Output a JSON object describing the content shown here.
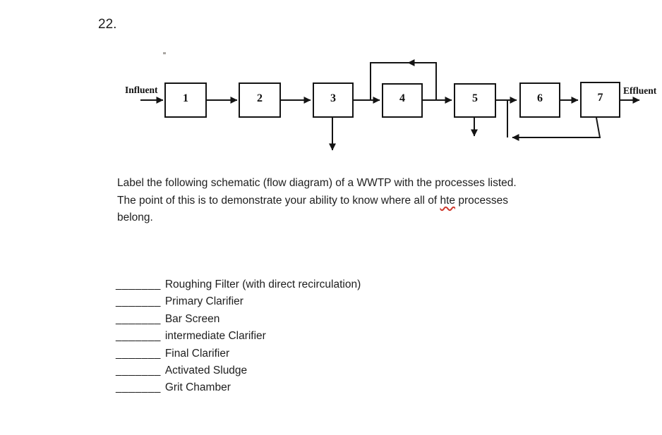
{
  "question_number": "22.",
  "colors": {
    "ink": "#1e1e1e",
    "line": "#141414",
    "squiggle": "#cf3a2e"
  },
  "diagram": {
    "influent_label": "Influent",
    "effluent_label": "Effluent",
    "boxes": [
      {
        "label": "1"
      },
      {
        "label": "2"
      },
      {
        "label": "3"
      },
      {
        "label": "4"
      },
      {
        "label": "5"
      },
      {
        "label": "6"
      },
      {
        "label": "7"
      }
    ],
    "notes": {
      "recirculation": "loop over box 4 with leftward arrow",
      "waste_arrows": "downward arrows below boxes 3 and 5",
      "return_line": "from bottom of box 7 left and up to line entering box 6"
    }
  },
  "paragraph": {
    "line1": "Label the following schematic (flow diagram) of a WWTP with the processes listed.",
    "line2_before": "The point of this is to demonstrate your ability to know where all of ",
    "line2_misspelled": "hte",
    "line2_after": " processes",
    "line3": "belong."
  },
  "answers": {
    "blank": "_______",
    "items": [
      {
        "label": "Roughing Filter (with direct recirculation)"
      },
      {
        "label": "Primary Clarifier"
      },
      {
        "label": "Bar Screen"
      },
      {
        "label": "intermediate Clarifier"
      },
      {
        "label": "Final Clarifier"
      },
      {
        "label": "Activated Sludge"
      },
      {
        "label": "Grit Chamber"
      }
    ]
  }
}
